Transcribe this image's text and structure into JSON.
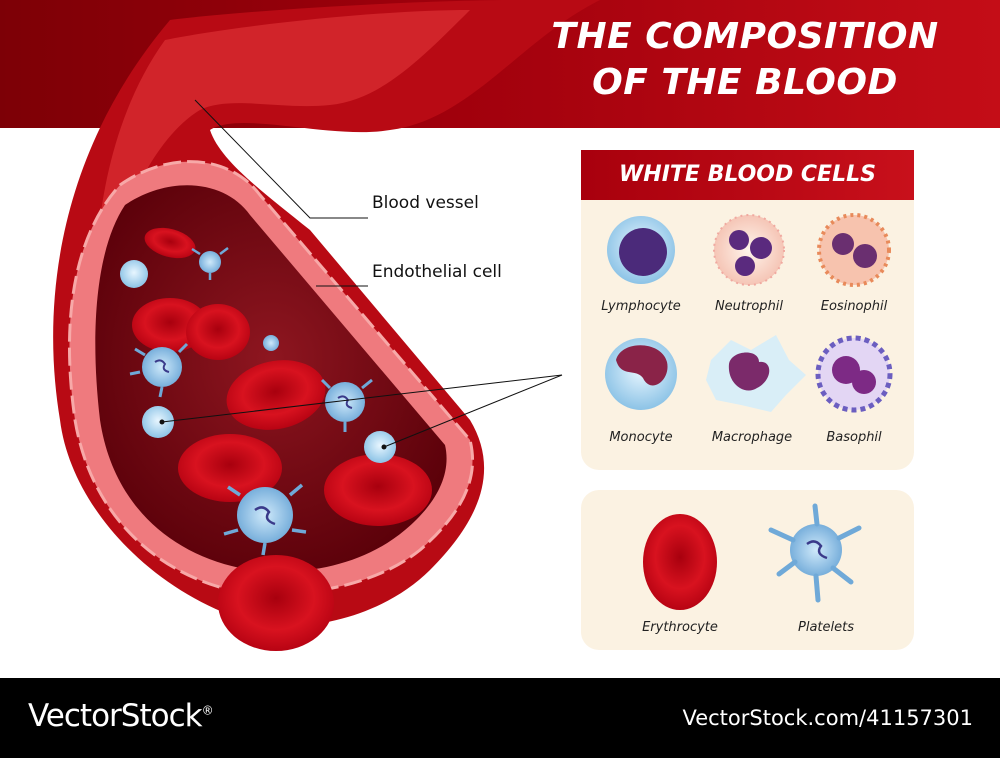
{
  "title": {
    "line1": "THE COMPOSITION",
    "line2": "OF THE BLOOD"
  },
  "labels": {
    "blood_vessel": "Blood vessel",
    "endothelial_cell": "Endothelial cell"
  },
  "white_cells": {
    "header": "WHITE BLOOD CELLS",
    "cells": [
      "Lymphocyte",
      "Neutrophil",
      "Eosinophil",
      "Monocyte",
      "Macrophage",
      "Basophil"
    ]
  },
  "other_cells": {
    "cells": [
      "Erythrocyte",
      "Platelets"
    ]
  },
  "footer": {
    "brand": "VectorStock",
    "brand_mark": "®",
    "stock_id": "VectorStock.com/41157301"
  },
  "colors": {
    "blood_red": "#c8101b",
    "dark_red": "#7d0006",
    "panel_cream": "#fbf2e2",
    "cell_blue": "#9fd0ec",
    "nucleus_purple": "#5a2a80"
  }
}
